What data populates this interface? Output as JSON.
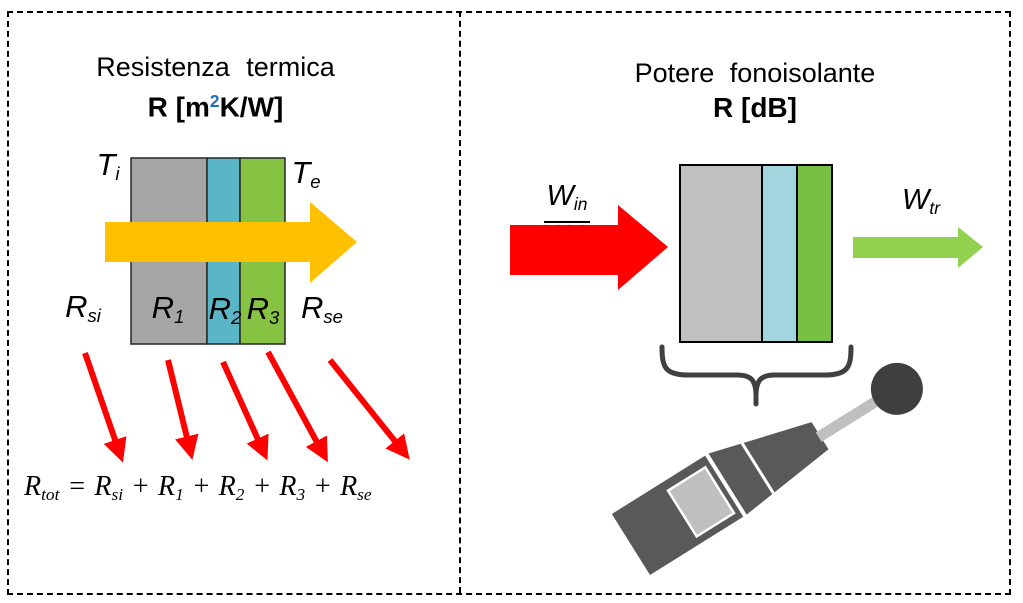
{
  "left_panel": {
    "title": "Resistenza termica",
    "unit": {
      "pre": "R [m",
      "sup": "2",
      "post": "K/W]"
    },
    "temp_in": {
      "base": "T",
      "sub": "i"
    },
    "temp_out": {
      "base": "T",
      "sub": "e"
    },
    "surface_in": {
      "base": "R",
      "sub": "si"
    },
    "layer1": {
      "base": "R",
      "sub": "1"
    },
    "layer2": {
      "base": "R",
      "sub": "2"
    },
    "layer3": {
      "base": "R",
      "sub": "3"
    },
    "surface_out": {
      "base": "R",
      "sub": "se"
    },
    "formula": {
      "result": {
        "base": "R",
        "sub": "tot"
      },
      "equals": "=",
      "plus": "+",
      "terms": [
        {
          "base": "R",
          "sub": "si"
        },
        {
          "base": "R",
          "sub": "1"
        },
        {
          "base": "R",
          "sub": "2"
        },
        {
          "base": "R",
          "sub": "3"
        },
        {
          "base": "R",
          "sub": "se"
        }
      ]
    }
  },
  "right_panel": {
    "title": "Potere fonoisolante",
    "unit": "R [dB]",
    "power_in": {
      "base": "W",
      "sub": "in"
    },
    "power_out": {
      "base": "W",
      "sub": "tr"
    }
  },
  "colors": {
    "heat_arrow_orange": "#FFC000",
    "pointer_red": "#FF0000",
    "incident_arrow_red": "#FF0000",
    "transmitted_arrow_green": "#92D050",
    "superscript_blue": "#1F6DC1",
    "left_wall_layer1_gray": "#A6A6A6",
    "left_wall_layer2_teal": "#5AB6C7",
    "left_wall_layer3_green": "#86C343",
    "right_wall_layer1_gray": "#C0C0C0",
    "right_wall_layer2_blue": "#A2D5DD",
    "right_wall_layer3_green": "#77C044",
    "meter_body_gray": "#595959",
    "meter_ball_gray": "#3F3F3F",
    "meter_light_gray": "#BFBFBF",
    "brace_gray": "#404040"
  }
}
